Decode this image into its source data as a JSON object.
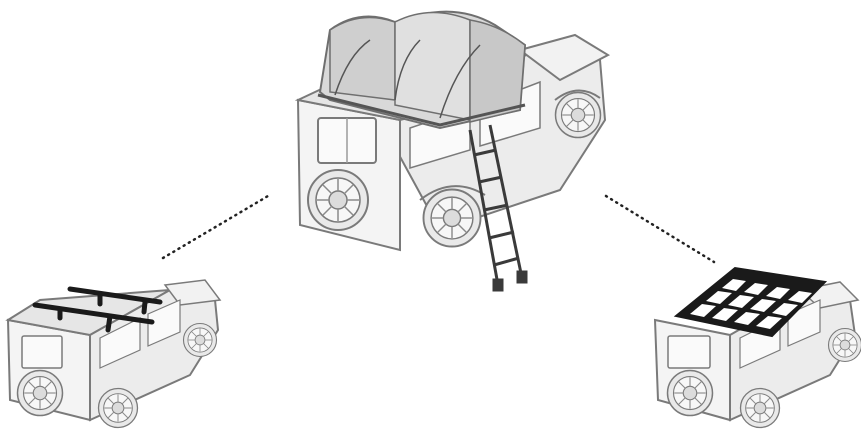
{
  "scene": {
    "description_items": [
      "rooftop-tent-vehicle",
      "roof-bars-vehicle",
      "roof-rack-vehicle"
    ],
    "colors": {
      "background": "#ffffff",
      "vehicle_fill": "#f2f2f2",
      "vehicle_shade": "#dcdcdc",
      "outline": "#7a7a7a",
      "tent_fill": "#d9d9d9",
      "tent_dark": "#bdbdbd",
      "accessory": "#1a1a1a",
      "dots": "#222222"
    }
  }
}
